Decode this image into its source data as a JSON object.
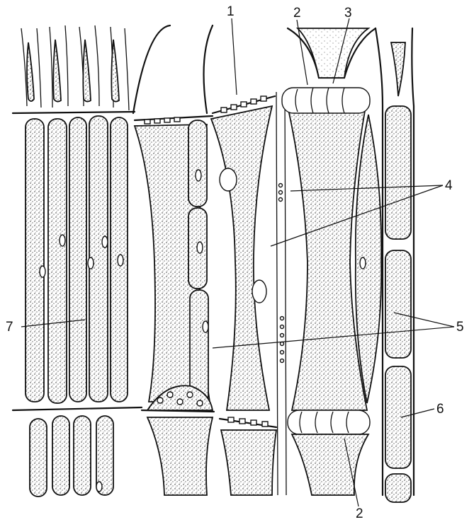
{
  "figure": {
    "labels": [
      {
        "id": "label-1-top",
        "text": "1"
      },
      {
        "id": "label-2-top",
        "text": "2"
      },
      {
        "id": "label-3-top",
        "text": "3"
      },
      {
        "id": "label-4",
        "text": "4"
      },
      {
        "id": "label-5",
        "text": "5"
      },
      {
        "id": "label-6",
        "text": "6"
      },
      {
        "id": "label-7",
        "text": "7"
      },
      {
        "id": "label-2-bottom",
        "text": "2"
      }
    ],
    "colors": {
      "ink": "#111111",
      "paper": "#ffffff"
    }
  }
}
